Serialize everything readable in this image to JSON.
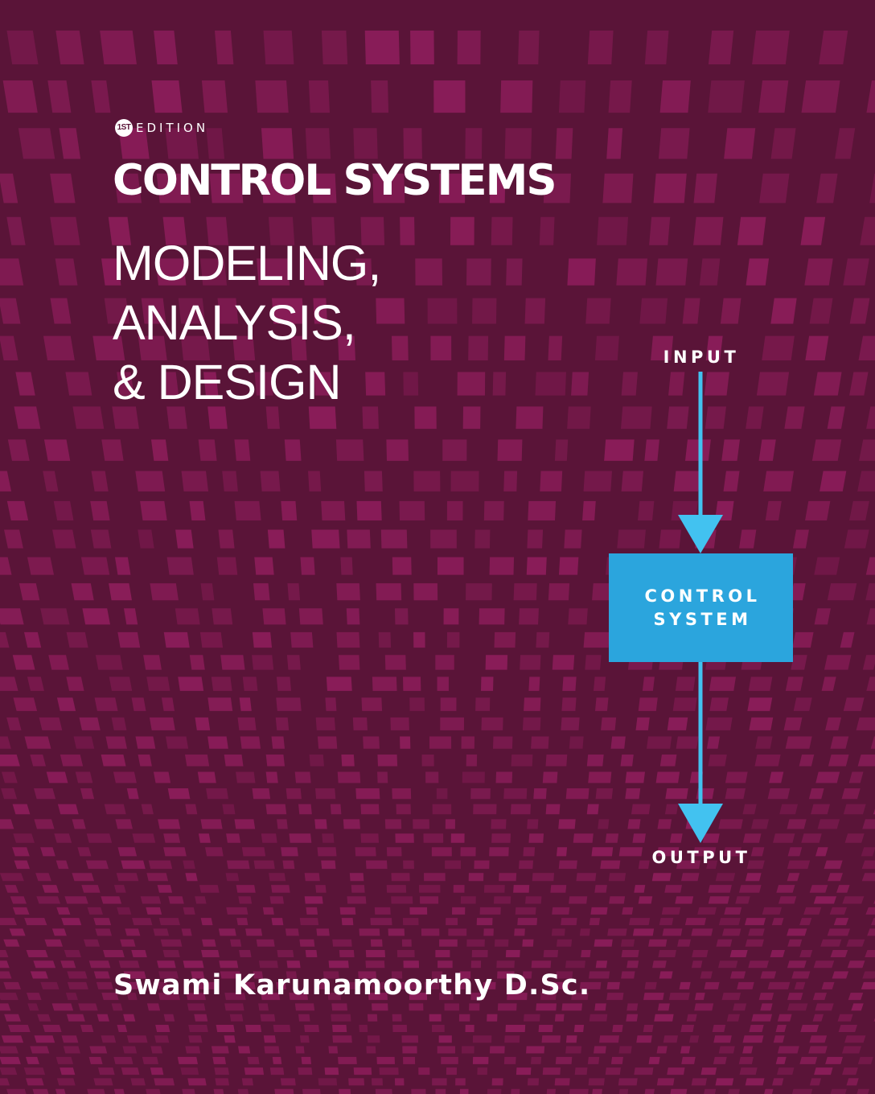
{
  "cover": {
    "edition_badge": "1ST",
    "edition_label": "EDITION",
    "title": "CONTROL SYSTEMS",
    "subtitle_lines": [
      "MODELING,",
      "ANALYSIS,",
      "& DESIGN"
    ],
    "author": "Swami Karunamoorthy D.Sc."
  },
  "diagram": {
    "input_label": "INPUT",
    "block_lines": [
      "CONTROL",
      "SYSTEM"
    ],
    "output_label": "OUTPUT"
  },
  "colors": {
    "background": "#5a1438",
    "pattern": "#8c1d5a",
    "accent_blue": "#2ba5dd",
    "arrow_blue": "#42c2f0",
    "text": "#ffffff"
  }
}
